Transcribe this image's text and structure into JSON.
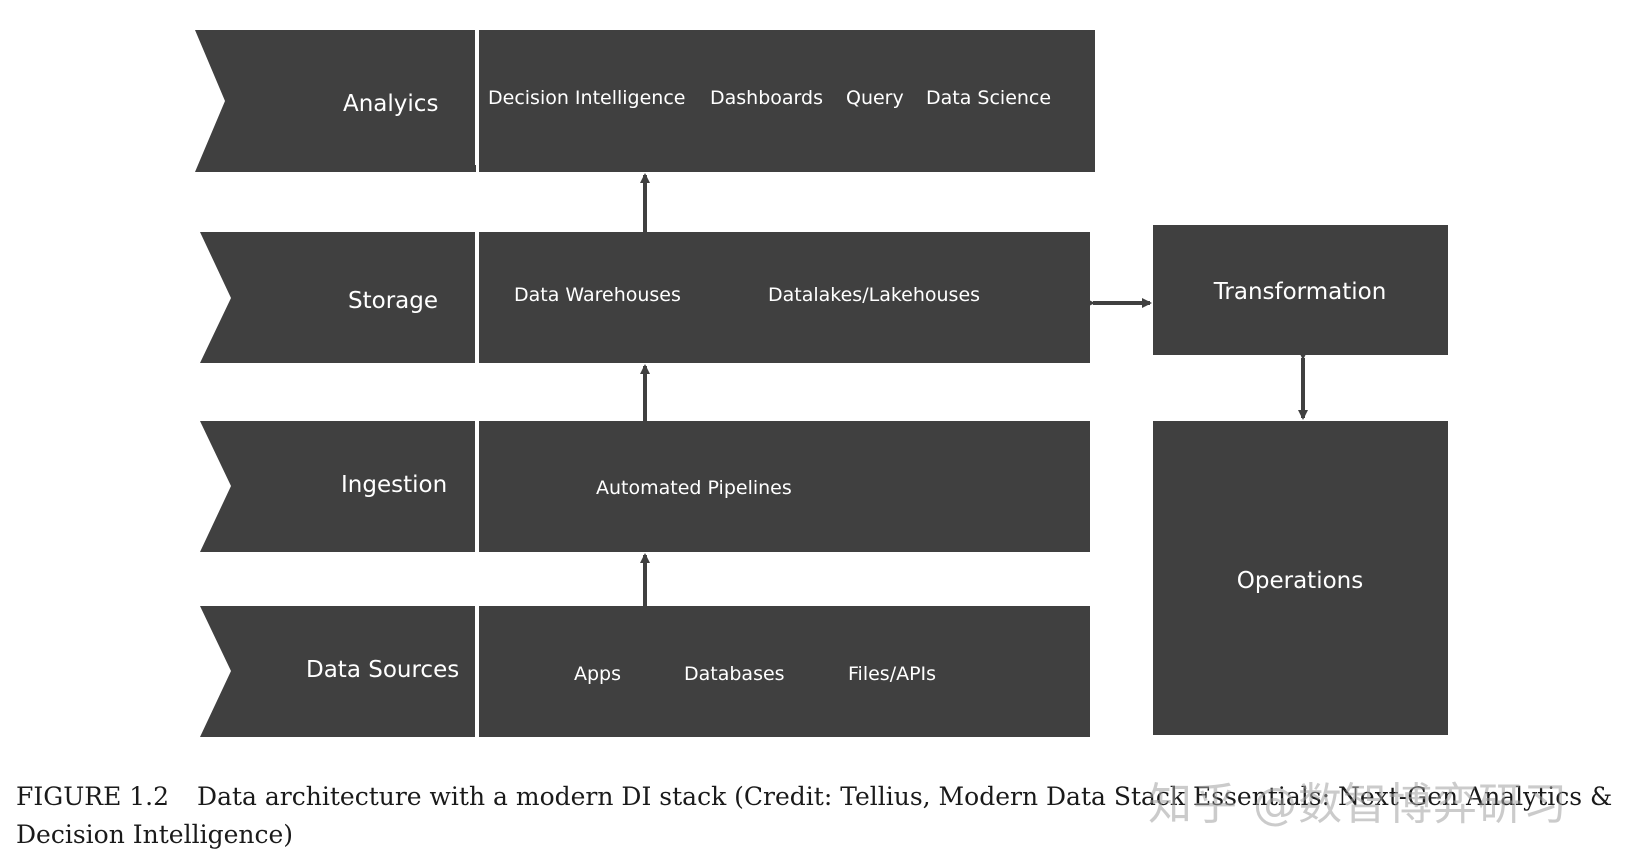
{
  "layers": [
    {
      "label": "Analyics",
      "items": [
        "Decision Intelligence",
        "Dashboards",
        "Query",
        "Data Science"
      ]
    },
    {
      "label": "Storage",
      "items": [
        "Data Warehouses",
        "Datalakes/Lakehouses"
      ]
    },
    {
      "label": "Ingestion",
      "items": [
        "Automated Pipelines"
      ]
    },
    {
      "label": "Data Sources",
      "items": [
        "Apps",
        "Databases",
        "Files/APIs"
      ]
    }
  ],
  "side_boxes": {
    "transformation": "Transformation",
    "operations": "Operations"
  },
  "caption": {
    "number": "FIGURE 1.2",
    "text": "Data architecture with a modern DI stack (Credit: Tellius, Modern Data Stack Essentials: Next-Gen Analytics & Decision Intelligence)"
  },
  "watermark": "知乎 @数智博弈研习",
  "colors": {
    "box_fill": "#404040",
    "arrow": "#404040",
    "divider": "#ffffff"
  }
}
